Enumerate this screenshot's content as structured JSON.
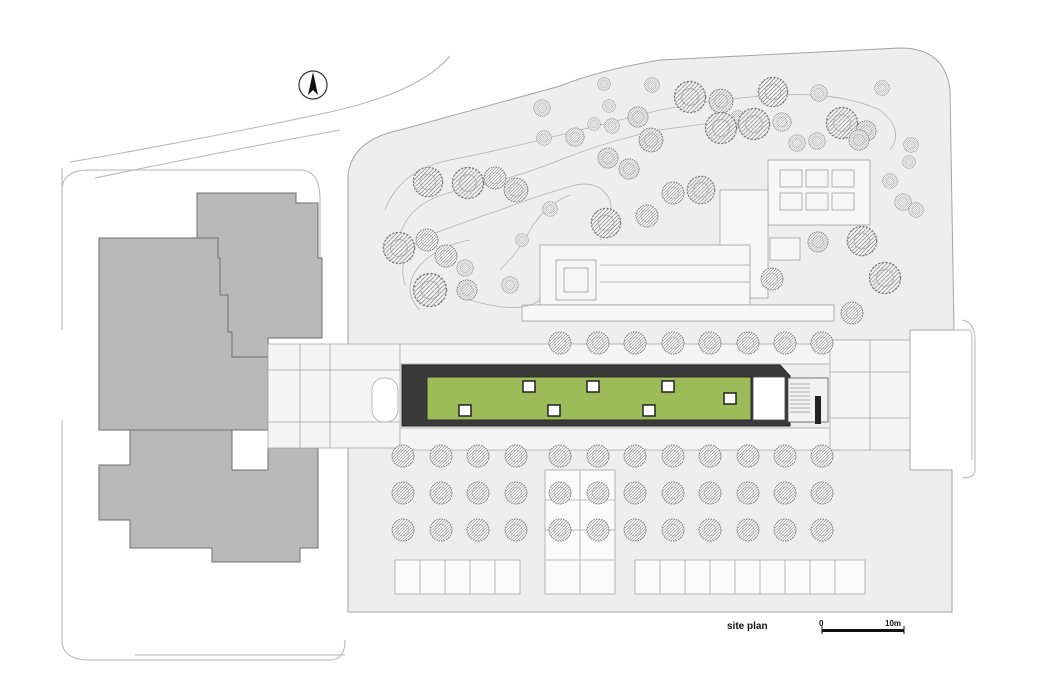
{
  "title": "site plan",
  "scale_bar": {
    "start_label": "0",
    "end_label": "10m"
  },
  "north_arrow": "north-arrow-icon",
  "colors": {
    "background": "#ffffff",
    "site_ground": "#ececec",
    "building_fill": "#b9b9b9",
    "building_stroke": "#6d6d6d",
    "green_roof": "#9cbc5a",
    "dark_roof": "#3a3a3a",
    "line": "#9a9a9a"
  }
}
